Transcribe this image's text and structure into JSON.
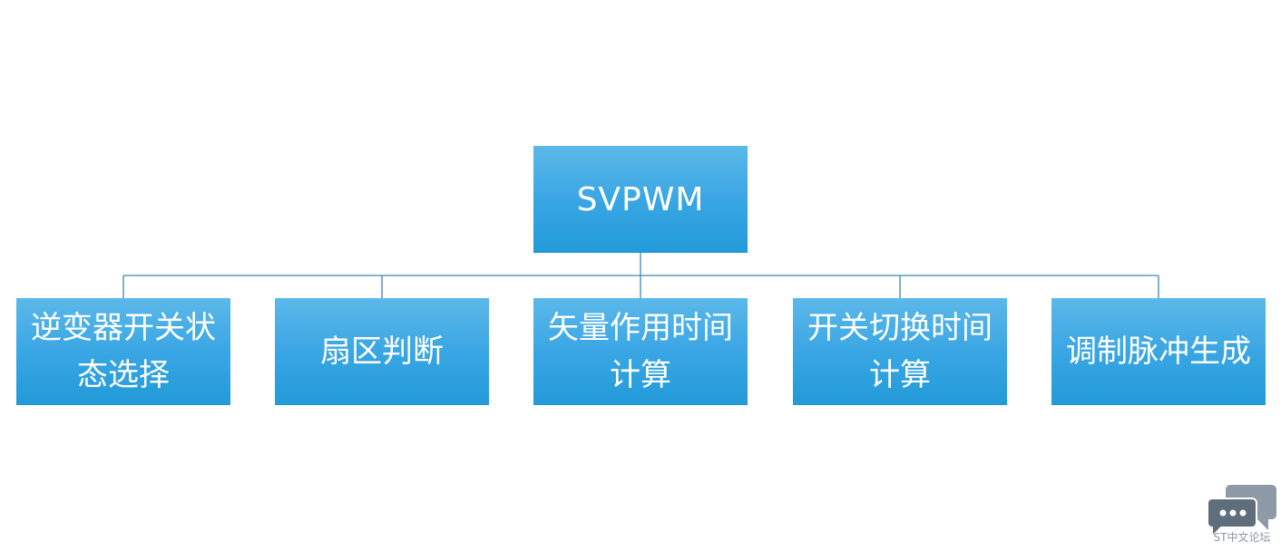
{
  "diagram": {
    "root": {
      "label": "SVPWM"
    },
    "children": [
      {
        "label": "逆变器开关状态选择"
      },
      {
        "label": "扇区判断"
      },
      {
        "label": "矢量作用时间计算"
      },
      {
        "label": "开关切换时间计算"
      },
      {
        "label": "调制脉冲生成"
      }
    ]
  },
  "colors": {
    "box_top": "#5cb8ea",
    "box_bottom": "#229ad9",
    "connector": "#3a88b8",
    "text": "#ffffff"
  },
  "watermark": {
    "text": "ST中文论坛",
    "icon": "chat-bubbles-icon"
  }
}
